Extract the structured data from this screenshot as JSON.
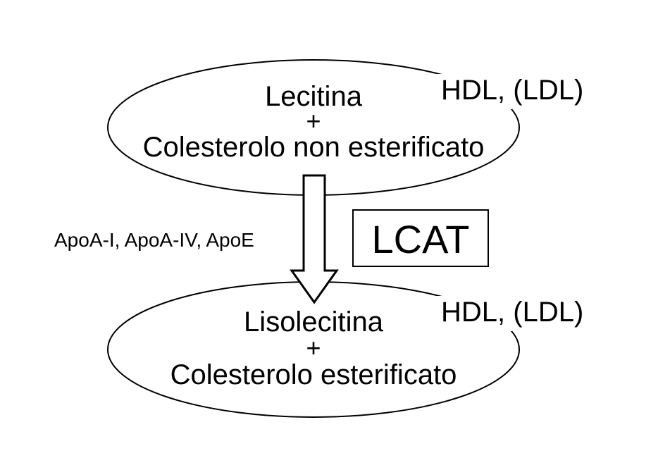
{
  "top_ellipse": {
    "line1": "Lecitina",
    "plus": "+",
    "line2": "Colesterolo non esterificato",
    "lipoproteins": "HDL, (LDL)"
  },
  "bottom_ellipse": {
    "line1": "Lisolecitina",
    "plus": "+",
    "line2": "Colesterolo esterificato",
    "lipoproteins": "HDL, (LDL)"
  },
  "activators": "ApoA-I, ApoA-IV, ApoE",
  "enzyme": "LCAT"
}
